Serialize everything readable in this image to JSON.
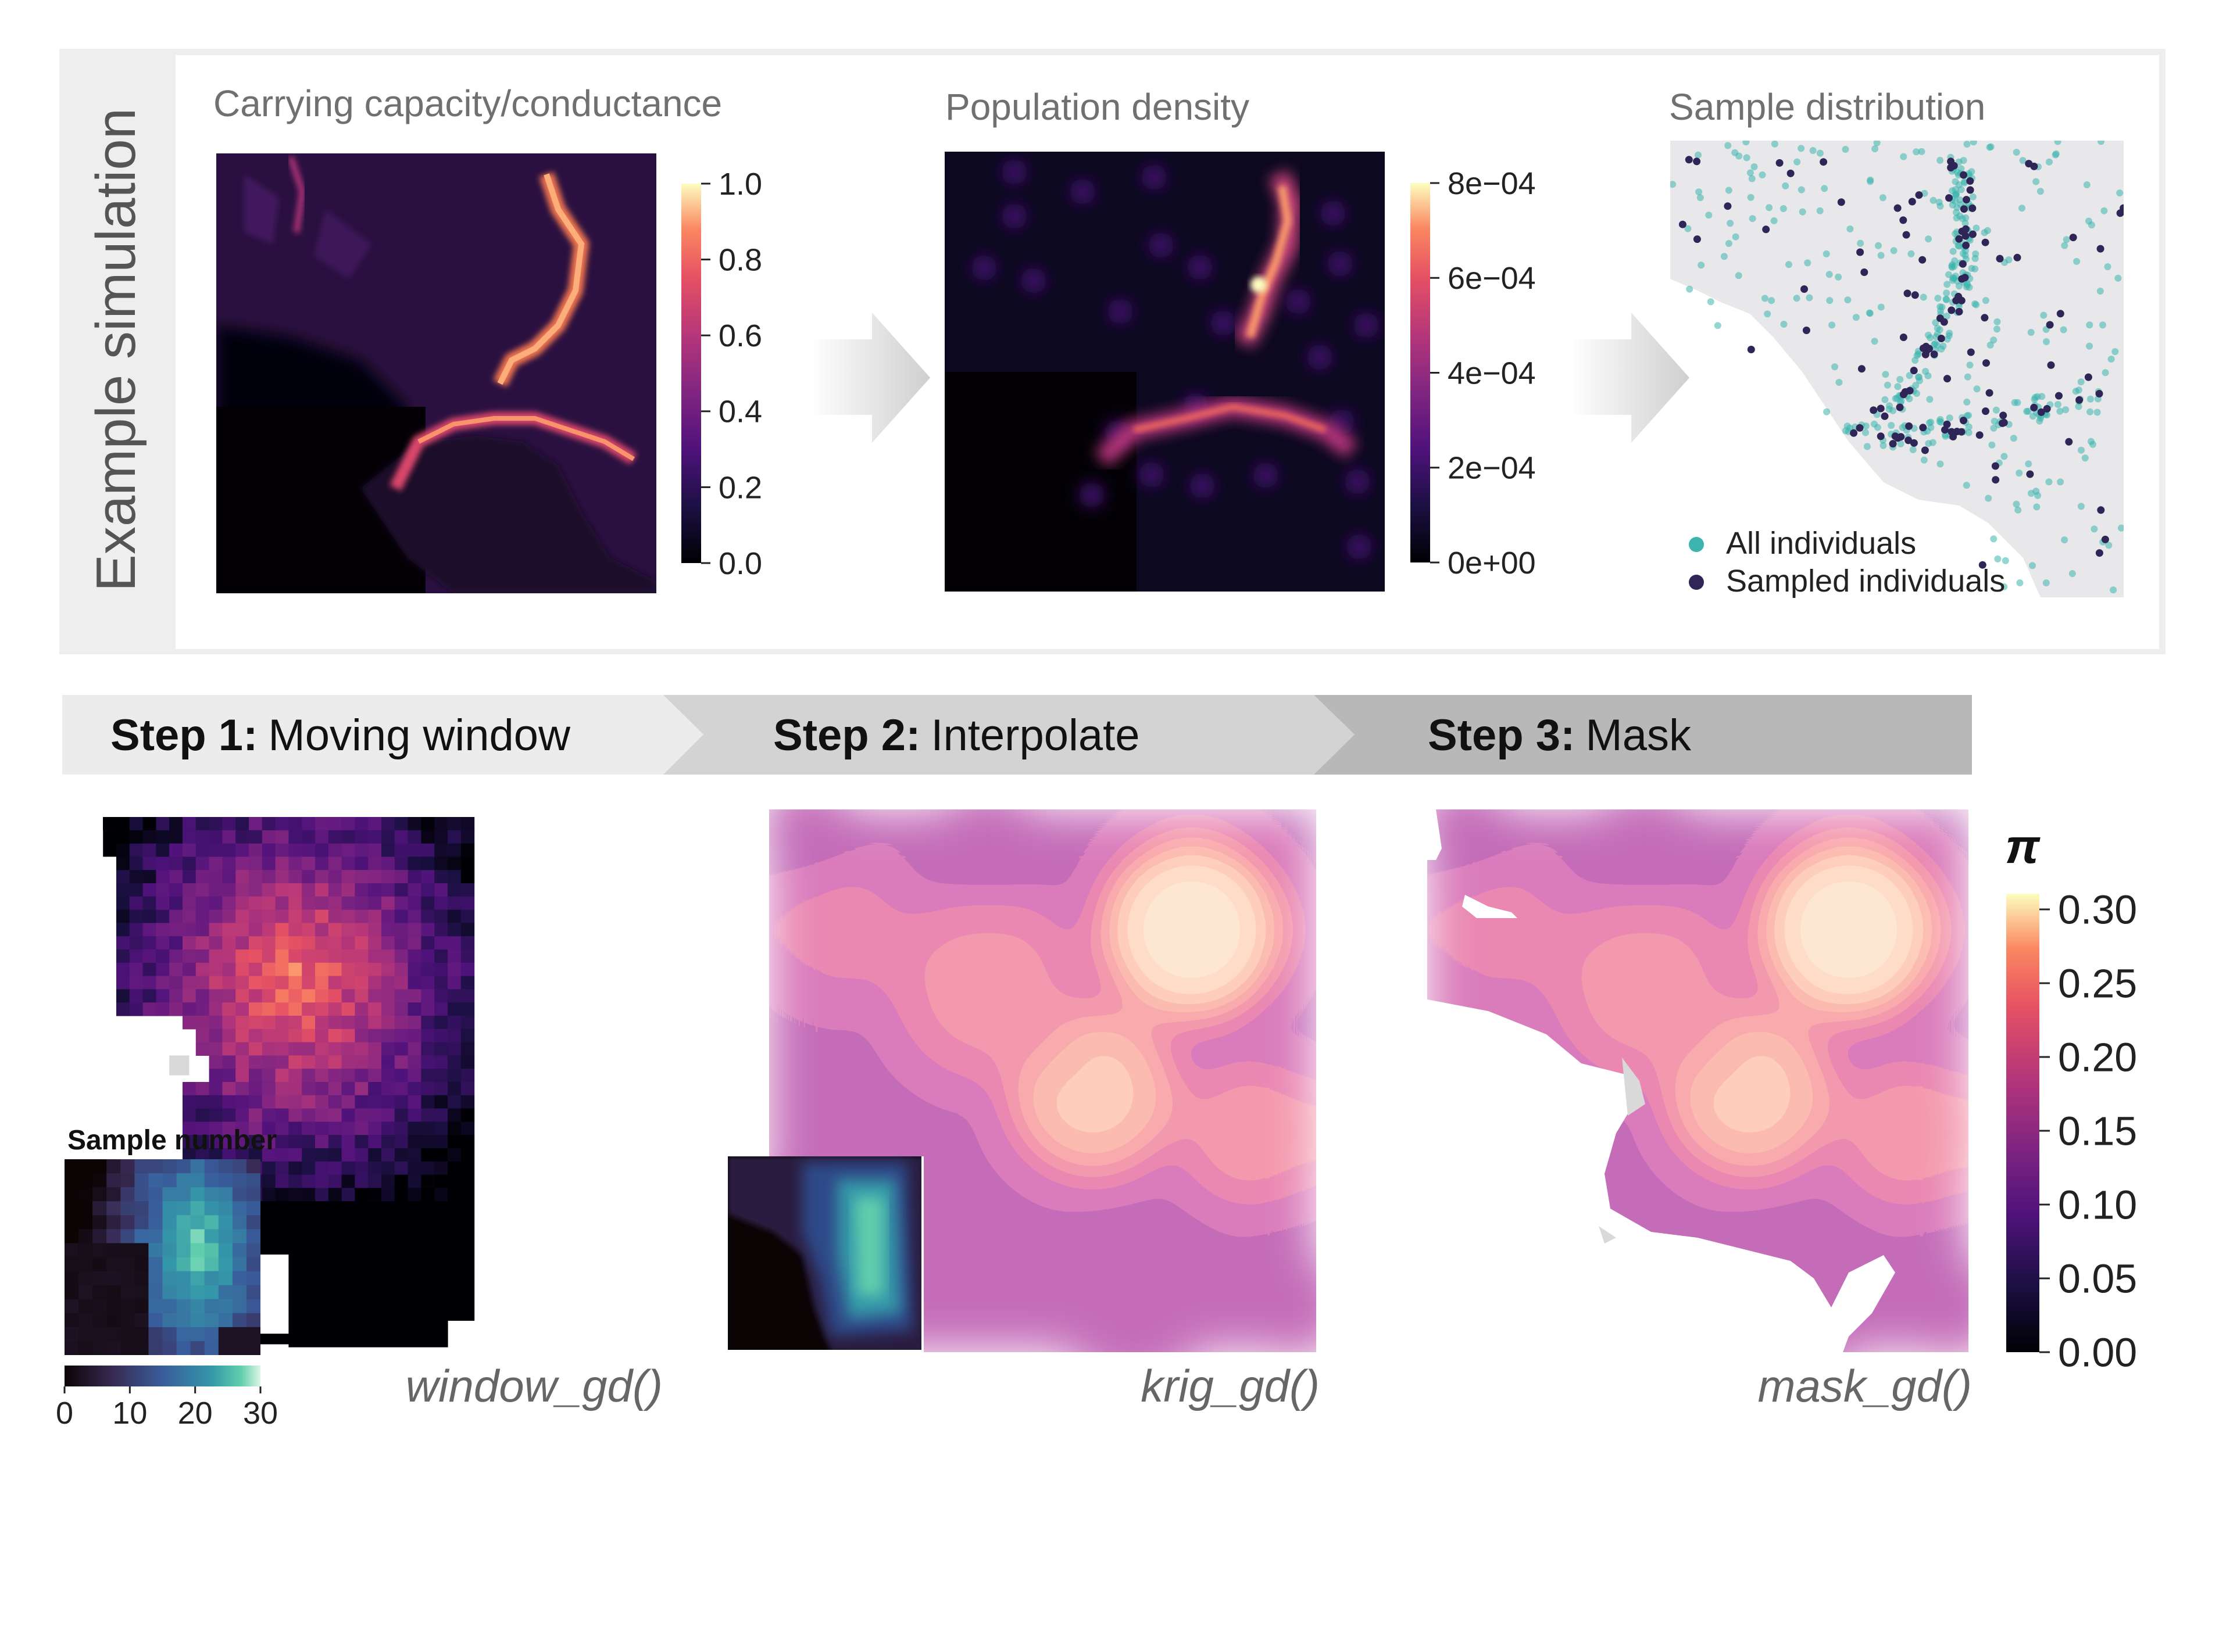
{
  "top_panel": {
    "side_label": "Example simulation",
    "panels": [
      {
        "title": "Carrying capacity/conductance",
        "colorbar_ticks": [
          "1.0",
          "0.8",
          "0.6",
          "0.4",
          "0.2",
          "0.0"
        ]
      },
      {
        "title": "Population density",
        "colorbar_ticks": [
          "8e−04",
          "6e−04",
          "4e−04",
          "2e−04",
          "0e+00"
        ]
      },
      {
        "title": "Sample distribution",
        "legend": [
          {
            "label": "All individuals",
            "color": "#3bb5ad"
          },
          {
            "label": "Sampled individuals",
            "color": "#2f2557"
          }
        ]
      }
    ]
  },
  "steps": [
    {
      "number": "Step 1:",
      "name": "Moving window",
      "function": "window_gd()"
    },
    {
      "number": "Step 2:",
      "name": "Interpolate",
      "function": "krig_gd()"
    },
    {
      "number": "Step 3:",
      "name": "Mask",
      "function": "mask_gd()"
    }
  ],
  "inset": {
    "title": "Sample number",
    "colorbar_ticks": [
      "0",
      "10",
      "20",
      "30"
    ]
  },
  "pi_legend": {
    "title": "π",
    "ticks": [
      "0.30",
      "0.25",
      "0.20",
      "0.15",
      "0.10",
      "0.05",
      "0.00"
    ]
  },
  "colors": {
    "magma_low": "#000004",
    "magma_mid": "#b5367a",
    "magma_high": "#fcfdbf",
    "mako_low": "#0b0405",
    "mako_high": "#def5e5",
    "frame_gray": "#eeeeee",
    "step1_bg": "#ececec",
    "step2_bg": "#d3d3d3",
    "step3_bg": "#b8b8b8"
  }
}
